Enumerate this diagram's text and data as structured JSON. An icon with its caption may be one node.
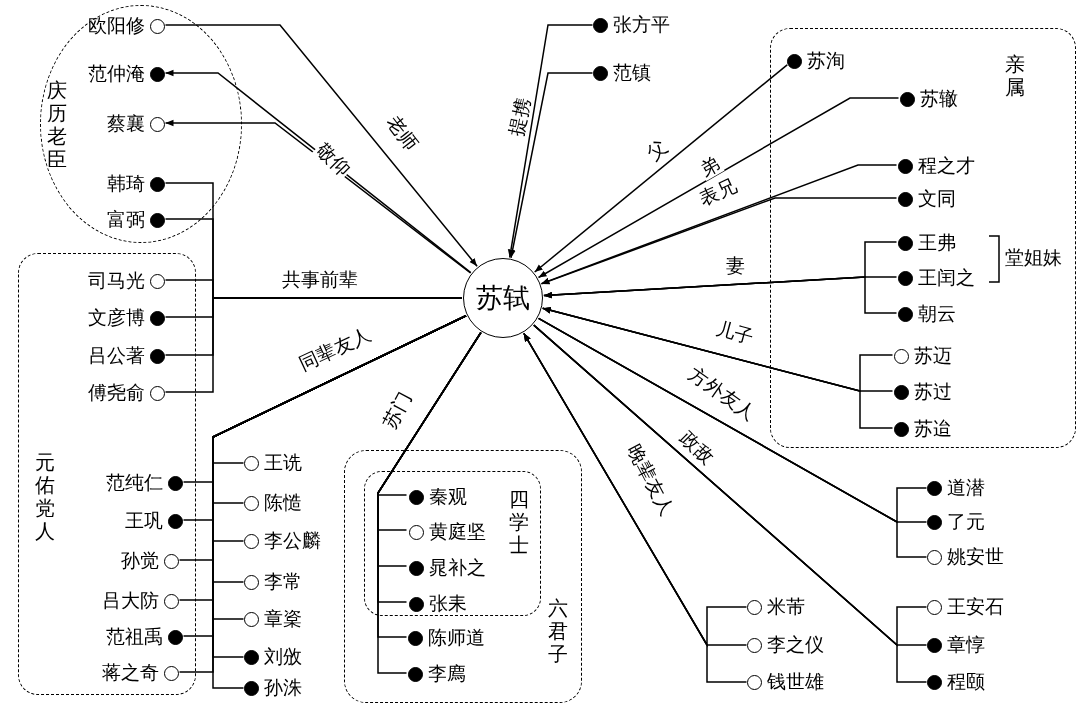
{
  "diagram": {
    "nodes": [
      {
        "text": [
          "庆历老臣"
        ]
      },
      {
        "text": [],
        "shape": "circle",
        "beside": [
          "欧阳修"
        ],
        "in": 0
      },
      {
        "text": [],
        "shape": "dot",
        "beside": [
          "范仲淹"
        ],
        "in": 0
      },
      {
        "text": [],
        "shape": "circle",
        "beside": [
          "蔡襄"
        ],
        "in": 0
      },
      {
        "text": [],
        "shape": "dot",
        "beside": [
          "韩琦"
        ],
        "in": 0
      },
      {
        "text": [],
        "shape": "dot",
        "beside": [
          "富弼"
        ],
        "in": 0
      },
      {
        "text": [],
        "shape": "dot",
        "beside": [
          "张方平"
        ]
      },
      {
        "text": [],
        "shape": "dot",
        "beside": [
          "范镇"
        ]
      },
      {
        "text": [
          "亲属"
        ]
      },
      {
        "text": [],
        "shape": "dot",
        "beside": [
          "苏洵"
        ],
        "in": 8
      },
      {
        "text": [],
        "shape": "dot",
        "beside": [
          "苏辙"
        ],
        "in": 8
      },
      {
        "text": [],
        "shape": "dot",
        "beside": [
          "程之才"
        ],
        "in": 8
      },
      {
        "text": [],
        "shape": "dot",
        "beside": [
          "文同"
        ],
        "in": 8
      },
      {
        "text": [],
        "shape": "dot",
        "beside": [
          "王弗"
        ],
        "in": 8
      },
      {
        "text": [],
        "shape": "dot",
        "beside": [
          "王闰之"
        ],
        "in": 8
      },
      {
        "text": [],
        "shape": "dot",
        "beside": [
          "朝云"
        ],
        "in": 8
      },
      {
        "text": [],
        "shape": "circle",
        "beside": [
          "苏迈"
        ],
        "in": 8
      },
      {
        "text": [],
        "shape": "dot",
        "beside": [
          "苏过"
        ],
        "in": 8
      },
      {
        "text": [],
        "shape": "dot",
        "beside": [
          "苏迨"
        ],
        "in": 8
      },
      {
        "text": [
          "苏轼"
        ]
      },
      {
        "text": [
          "元佑党人"
        ]
      },
      {
        "text": [],
        "shape": "circle",
        "beside": [
          "司马光"
        ],
        "in": 20
      },
      {
        "text": [],
        "shape": "dot",
        "beside": [
          "文彦博"
        ],
        "in": 20
      },
      {
        "text": [],
        "shape": "dot",
        "beside": [
          "吕公著"
        ],
        "in": 20
      },
      {
        "text": [],
        "shape": "circle",
        "beside": [
          "傅尧俞"
        ],
        "in": 20
      },
      {
        "text": [],
        "shape": "dot",
        "beside": [
          "范纯仁"
        ],
        "in": 20
      },
      {
        "text": [],
        "shape": "dot",
        "beside": [
          "王巩"
        ],
        "in": 20
      },
      {
        "text": [],
        "shape": "circle",
        "beside": [
          "孙觉"
        ],
        "in": 20
      },
      {
        "text": [],
        "shape": "circle",
        "beside": [
          "吕大防"
        ],
        "in": 20
      },
      {
        "text": [],
        "shape": "dot",
        "beside": [
          "范祖禹"
        ],
        "in": 20
      },
      {
        "text": [],
        "shape": "circle",
        "beside": [
          "蒋之奇"
        ],
        "in": 20
      },
      {
        "text": [],
        "shape": "circle",
        "beside": [
          "王诜"
        ]
      },
      {
        "text": [],
        "shape": "circle",
        "beside": [
          "陈慥"
        ]
      },
      {
        "text": [],
        "shape": "circle",
        "beside": [
          "李公麟"
        ]
      },
      {
        "text": [],
        "shape": "circle",
        "beside": [
          "李常"
        ]
      },
      {
        "text": [],
        "shape": "circle",
        "beside": [
          "章楶"
        ]
      },
      {
        "text": [],
        "shape": "dot",
        "beside": [
          "刘攽"
        ]
      },
      {
        "text": [],
        "shape": "dot",
        "beside": [
          "孙洙"
        ]
      },
      {
        "text": [
          "六君子"
        ]
      },
      {
        "text": [
          "四学士"
        ],
        "in": 38
      },
      {
        "text": [],
        "shape": "dot",
        "beside": [
          "秦观"
        ],
        "in": 39
      },
      {
        "text": [],
        "shape": "circle",
        "beside": [
          "黄庭坚"
        ],
        "in": 39
      },
      {
        "text": [],
        "shape": "dot",
        "beside": [
          "晁补之"
        ],
        "in": 39
      },
      {
        "text": [],
        "shape": "dot",
        "beside": [
          "张耒"
        ],
        "in": 39
      },
      {
        "text": [],
        "shape": "dot",
        "beside": [
          "陈师道"
        ],
        "in": 38
      },
      {
        "text": [],
        "shape": "dot",
        "beside": [
          "李廌"
        ],
        "in": 38
      },
      {
        "text": [],
        "shape": "dot",
        "beside": [
          "道潜"
        ]
      },
      {
        "text": [],
        "shape": "dot",
        "beside": [
          "了元"
        ]
      },
      {
        "text": [],
        "shape": "circle",
        "beside": [
          "姚安世"
        ]
      },
      {
        "text": [],
        "shape": "circle",
        "beside": [
          "米芾"
        ]
      },
      {
        "text": [],
        "shape": "circle",
        "beside": [
          "李之仪"
        ]
      },
      {
        "text": [],
        "shape": "circle",
        "beside": [
          "钱世雄"
        ]
      },
      {
        "text": [],
        "shape": "circle",
        "beside": [
          "王安石"
        ]
      },
      {
        "text": [],
        "shape": "dot",
        "beside": [
          "章惇"
        ]
      },
      {
        "text": [],
        "shape": "dot",
        "beside": [
          "程颐"
        ]
      }
    ],
    "edges": [
      {
        "from": 1,
        "to": 19,
        "arrow": "to",
        "label": "老师"
      },
      {
        "from": 19,
        "to": 2,
        "arrow": "to",
        "label": "敬仰"
      },
      {
        "from": 19,
        "to": 3,
        "arrow": "to"
      },
      {
        "from": 6,
        "to": 19,
        "arrow": "to",
        "label": "提携"
      },
      {
        "from": 7,
        "to": 19,
        "arrow": "to"
      },
      {
        "from": 9,
        "to": 19,
        "arrow": "to",
        "label": "父"
      },
      {
        "from": 10,
        "to": 19,
        "arrow": "to",
        "label": "弟"
      },
      {
        "from": 11,
        "to": 19,
        "arrow": "to",
        "label": "表兄"
      },
      {
        "from": 12,
        "to": 19,
        "arrow": "to"
      },
      {
        "from": 13,
        "to": 19,
        "arrow": "to",
        "label": "妻"
      },
      {
        "from": 14,
        "to": 19,
        "arrow": "to"
      },
      {
        "from": 15,
        "to": 19,
        "arrow": "to"
      },
      {
        "from": 16,
        "to": 19,
        "arrow": "to",
        "label": "儿子"
      },
      {
        "from": 17,
        "to": 19,
        "arrow": "to"
      },
      {
        "from": 18,
        "to": 19,
        "arrow": "to"
      },
      {
        "from": 4,
        "to": 19,
        "arrow": "none",
        "label": "共事前辈"
      },
      {
        "from": 5,
        "to": 19,
        "arrow": "none"
      },
      {
        "from": 21,
        "to": 19,
        "arrow": "none"
      },
      {
        "from": 22,
        "to": 19,
        "arrow": "none"
      },
      {
        "from": 23,
        "to": 19,
        "arrow": "none"
      },
      {
        "from": 24,
        "to": 19,
        "arrow": "none"
      },
      {
        "from": 19,
        "to": 25,
        "arrow": "none",
        "label": "同辈友人"
      },
      {
        "from": 19,
        "to": 26,
        "arrow": "none"
      },
      {
        "from": 19,
        "to": 27,
        "arrow": "none"
      },
      {
        "from": 19,
        "to": 28,
        "arrow": "none"
      },
      {
        "from": 19,
        "to": 29,
        "arrow": "none"
      },
      {
        "from": 19,
        "to": 30,
        "arrow": "none"
      },
      {
        "from": 19,
        "to": 31,
        "arrow": "none"
      },
      {
        "from": 19,
        "to": 32,
        "arrow": "none"
      },
      {
        "from": 19,
        "to": 33,
        "arrow": "none"
      },
      {
        "from": 19,
        "to": 34,
        "arrow": "none"
      },
      {
        "from": 19,
        "to": 35,
        "arrow": "none"
      },
      {
        "from": 19,
        "to": 36,
        "arrow": "none"
      },
      {
        "from": 19,
        "to": 37,
        "arrow": "none"
      },
      {
        "from": 19,
        "to": 40,
        "arrow": "none",
        "label": "苏门"
      },
      {
        "from": 19,
        "to": 41,
        "arrow": "none"
      },
      {
        "from": 19,
        "to": 42,
        "arrow": "none"
      },
      {
        "from": 19,
        "to": 43,
        "arrow": "none"
      },
      {
        "from": 19,
        "to": 44,
        "arrow": "none"
      },
      {
        "from": 19,
        "to": 45,
        "arrow": "none"
      },
      {
        "from": 49,
        "to": 19,
        "arrow": "to",
        "label": "晚辈友人"
      },
      {
        "from": 50,
        "to": 19,
        "arrow": "to"
      },
      {
        "from": 51,
        "to": 19,
        "arrow": "to"
      },
      {
        "from": 19,
        "to": 52,
        "arrow": "none",
        "label": "政敌"
      },
      {
        "from": 19,
        "to": 53,
        "arrow": "none"
      },
      {
        "from": 19,
        "to": 54,
        "arrow": "none"
      },
      {
        "from": 19,
        "to": 46,
        "arrow": "none",
        "label": "方外友人"
      },
      {
        "from": 19,
        "to": 47,
        "arrow": "none"
      },
      {
        "from": 19,
        "to": 48,
        "arrow": "none"
      }
    ],
    "labels": [
      "堂姐妹"
    ]
  }
}
